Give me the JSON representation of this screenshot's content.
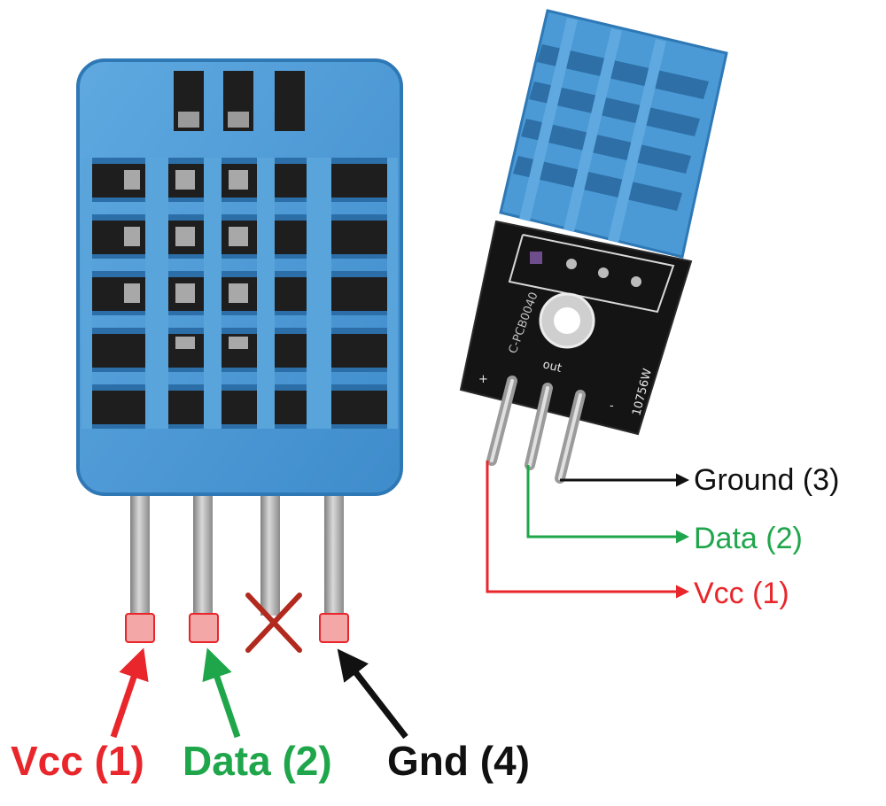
{
  "colors": {
    "vcc": "#e8262b",
    "data": "#1fa64b",
    "gnd": "#111111",
    "sensor_blue": "#4b9ad6",
    "sensor_blue_dark": "#2f78b6",
    "pcb": "#141414"
  },
  "left_sensor": {
    "labels": {
      "vcc": "Vcc (1)",
      "data": "Data (2)",
      "gnd": "Gnd (4)"
    },
    "unused_pin_mark": "x-mark-icon"
  },
  "right_module": {
    "labels": {
      "ground": "Ground (3)",
      "data": "Data (2)",
      "vcc": "Vcc (1)"
    },
    "pcb_text": {
      "out": "out",
      "plus": "+",
      "minus": "-",
      "code": "10756W",
      "part": "C-PCB0040"
    }
  }
}
